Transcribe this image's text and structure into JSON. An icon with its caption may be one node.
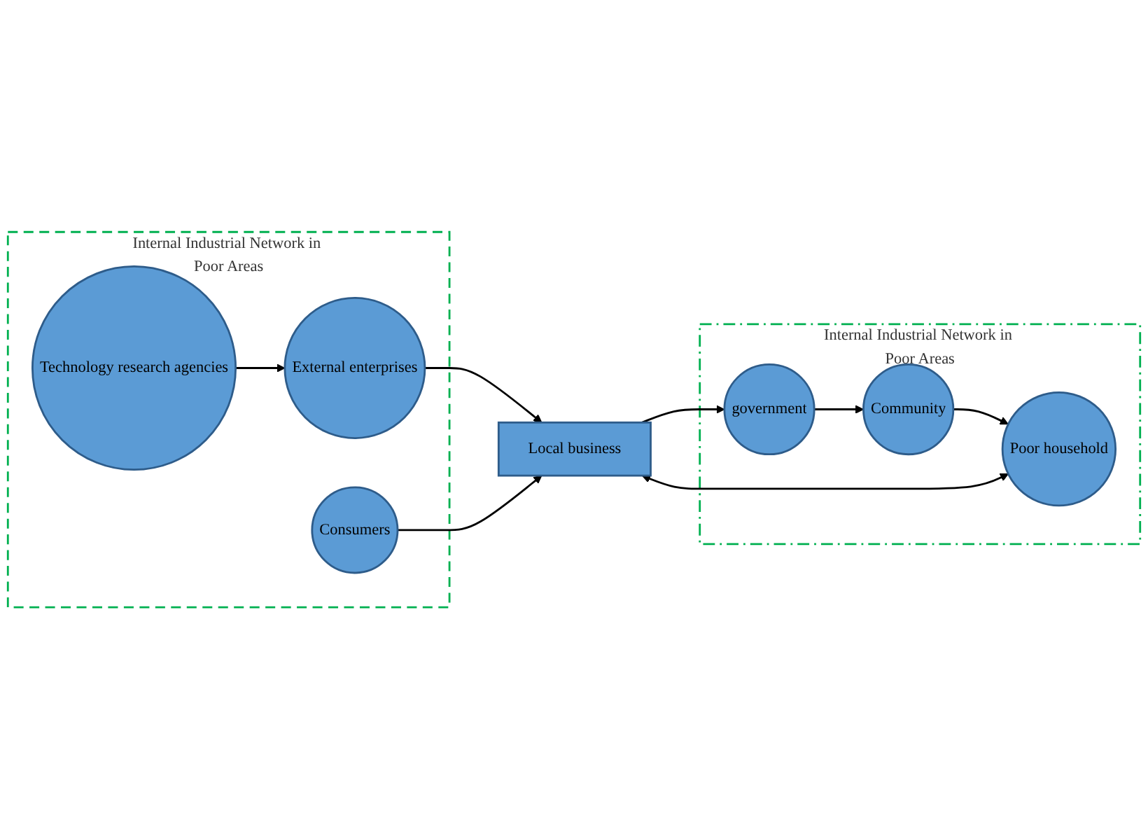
{
  "diagram": {
    "nodes": [
      {
        "text": [
          "Internal Industrial Network in Poor Areas"
        ]
      },
      {
        "text": [
          "government"
        ],
        "in": 0
      },
      {
        "text": [
          "Community"
        ],
        "in": 0
      },
      {
        "text": [
          "Poor household"
        ],
        "in": 0
      },
      {
        "text": [
          "Local business"
        ]
      },
      {
        "text": [
          "Internal Industrial Network in Poor Areas"
        ]
      },
      {
        "text": [
          "External enterprises"
        ],
        "in": 5
      },
      {
        "text": [
          "Technology research agencies"
        ],
        "in": 5
      },
      {
        "text": [
          "Consumers"
        ],
        "in": 5
      }
    ],
    "edges": [
      {
        "from": 4,
        "to": 1,
        "arrow": "to"
      },
      {
        "from": 1,
        "to": 2,
        "arrow": "to"
      },
      {
        "from": 2,
        "to": 3,
        "arrow": "to"
      },
      {
        "from": 4,
        "to": 3,
        "arrow": "both"
      },
      {
        "from": 6,
        "to": 4,
        "arrow": "to"
      },
      {
        "from": 8,
        "to": 4,
        "arrow": "to"
      },
      {
        "from": 7,
        "to": 6,
        "arrow": "to"
      }
    ]
  }
}
